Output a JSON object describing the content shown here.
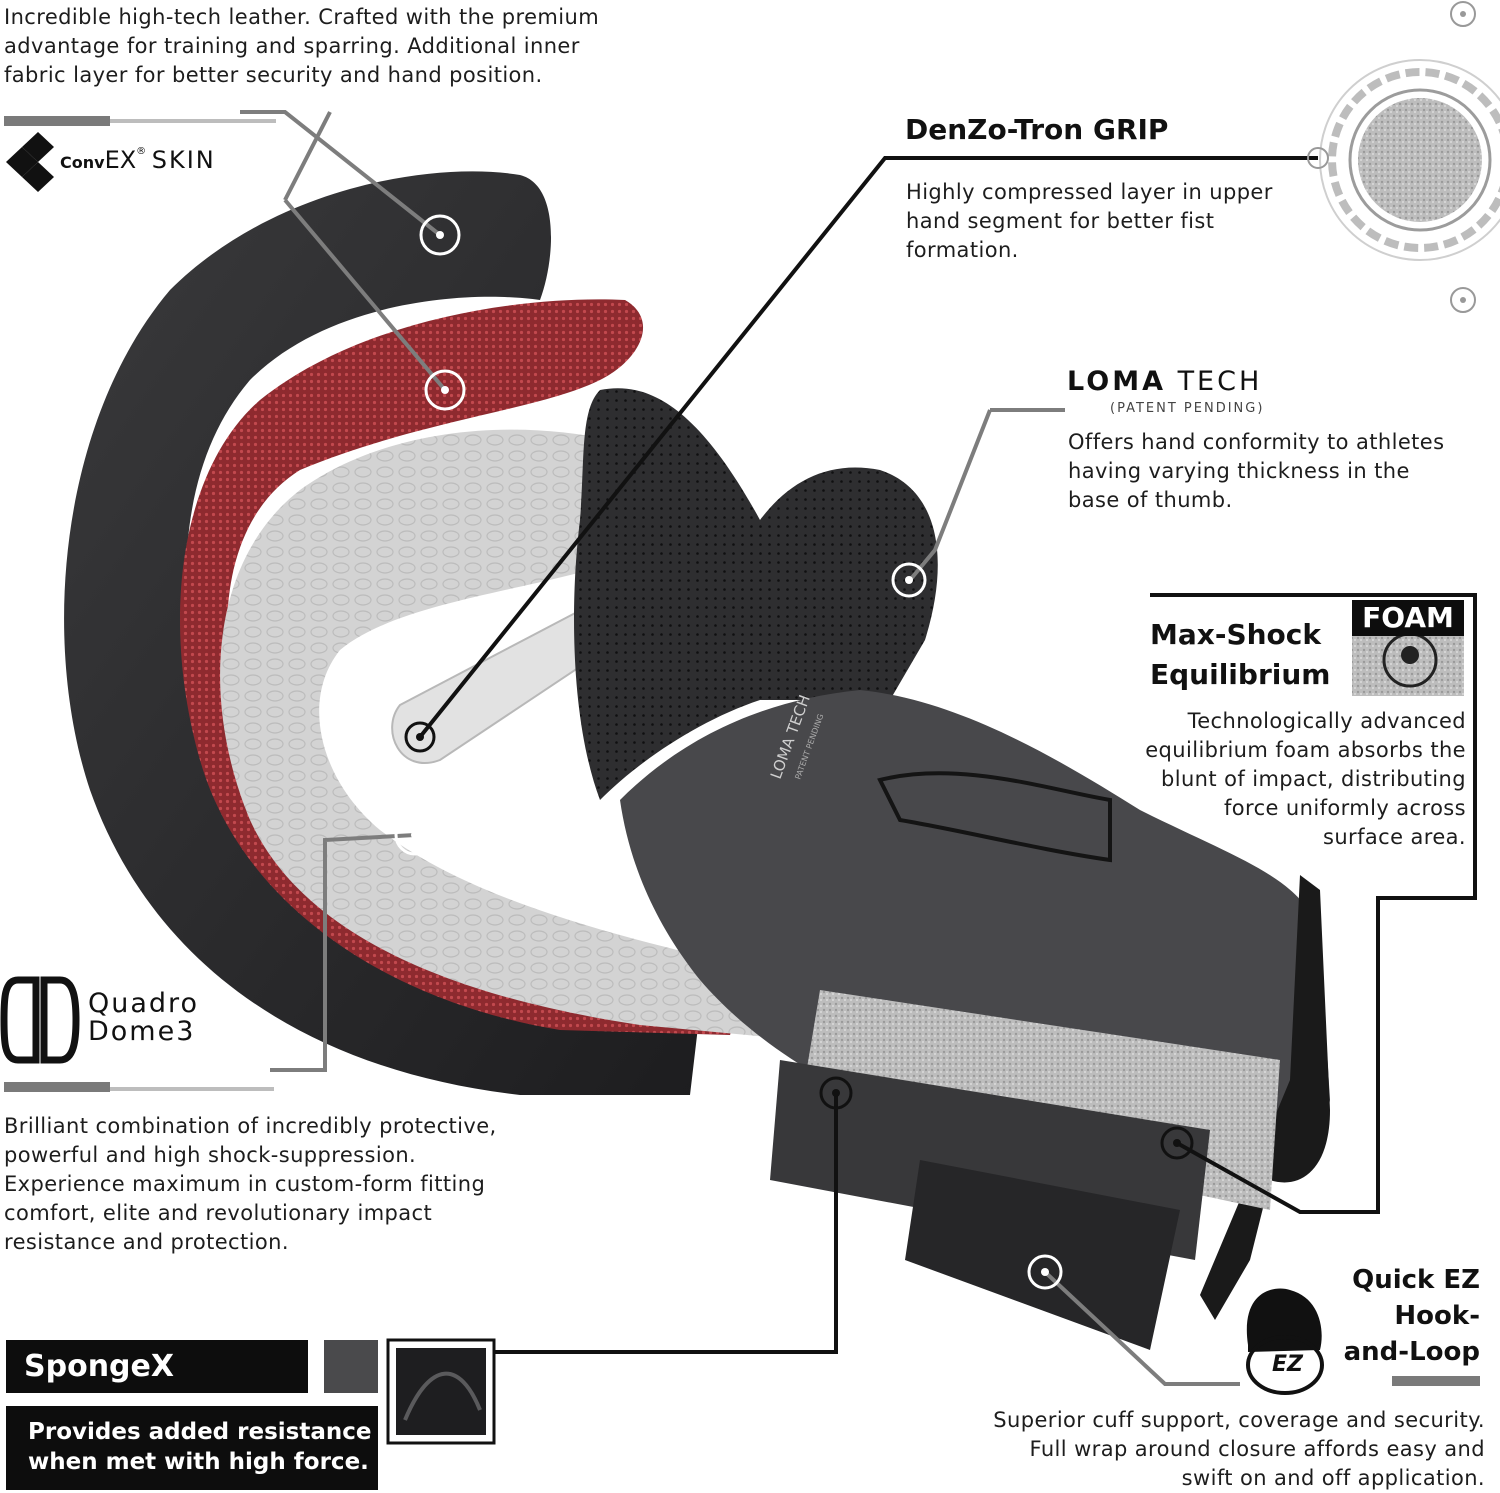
{
  "colors": {
    "ink": "#111111",
    "grey_line": "#7a7a7a",
    "accent_red": "#a6343a",
    "glove_dark": "#2b2b2d",
    "foam": "#cfcfcf"
  },
  "convex_skin": {
    "text": "Incredible high-tech leather. Crafted with the premium\nadvantage for training and sparring. Additional inner\nfabric layer for better security and hand position.",
    "logo_mark": "Conv",
    "logo_ex": "EX",
    "logo_reg": "®",
    "logo_skin": "SKIN"
  },
  "denzo_tron": {
    "title": "DenZo-Tron GRIP",
    "text": "Highly compressed layer in upper\nhand segment for better fist\nformation."
  },
  "loma_tech": {
    "logo_bold": "LOMA",
    "logo_light": "TECH",
    "sub": "(PATENT PENDING)",
    "text": "Offers hand conformity to athletes\nhaving varying thickness in the\nbase of thumb.",
    "glove_print": "LOMA TECH",
    "glove_print_sub": "PATENT PENDING"
  },
  "max_shock": {
    "title_line1": "Max-Shock",
    "title_line2": "Equilibrium",
    "badge": "FOAM",
    "text": "Technologically advanced\nequilibrium foam absorbs the\nblunt of impact, distributing\nforce uniformly across\nsurface area."
  },
  "quadro_dome": {
    "logo_mark": "QD",
    "logo_line1": "Quadro",
    "logo_line2": "Dome3",
    "text": "Brilliant combination of incredibly protective,\npowerful and high shock-suppression.\nExperience maximum in custom-form fitting\ncomfort, elite and revolutionary impact\nresistance and protection."
  },
  "spongex": {
    "title": "SpongeX",
    "text": "Provides added resistance\nwhen met with high force."
  },
  "quick_ez": {
    "title": "Quick EZ\nHook-\nand-Loop",
    "logo_mark": "EZ",
    "text": "Superior cuff support, coverage and security.\nFull wrap around closure affords easy and\nswift on and off application."
  }
}
